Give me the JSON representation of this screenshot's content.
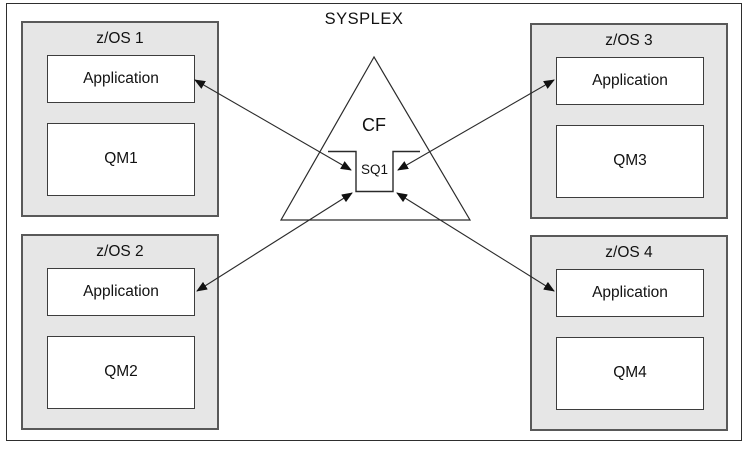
{
  "diagram": {
    "title": "SYSPLEX",
    "coupling_facility": {
      "label": "CF",
      "shared_queue_label": "SQ1"
    },
    "systems": [
      {
        "name": "z/OS 1",
        "application": "Application",
        "queue_manager": "QM1",
        "position": "top-left"
      },
      {
        "name": "z/OS 2",
        "application": "Application",
        "queue_manager": "QM2",
        "position": "bottom-left"
      },
      {
        "name": "z/OS 3",
        "application": "Application",
        "queue_manager": "QM3",
        "position": "top-right"
      },
      {
        "name": "z/OS 4",
        "application": "Application",
        "queue_manager": "QM4",
        "position": "bottom-right"
      }
    ],
    "connections": [
      {
        "from": "z/OS 1 Application",
        "to": "SQ1",
        "style": "double-headed-arrow"
      },
      {
        "from": "z/OS 2 Application",
        "to": "SQ1",
        "style": "double-headed-arrow"
      },
      {
        "from": "z/OS 3 Application",
        "to": "SQ1",
        "style": "double-headed-arrow"
      },
      {
        "from": "z/OS 4 Application",
        "to": "SQ1",
        "style": "double-headed-arrow"
      }
    ],
    "colors": {
      "system_box_fill": "#e6e6e6",
      "system_box_border": "#595959",
      "inner_box_border": "#3d3d3d",
      "line": "#2a2a2a",
      "background": "#ffffff"
    }
  }
}
